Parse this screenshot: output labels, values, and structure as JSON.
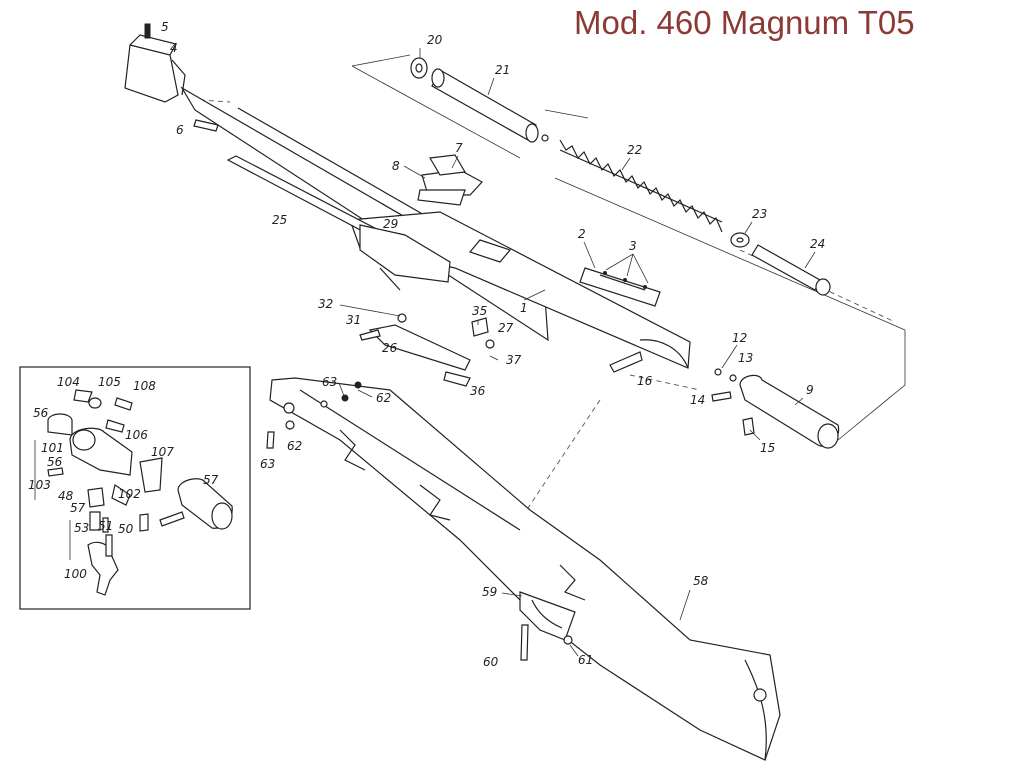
{
  "title": "Mod. 460 Magnum T05",
  "callouts": [
    {
      "id": "c5",
      "label": "5"
    },
    {
      "id": "c4",
      "label": "4"
    },
    {
      "id": "c6",
      "label": "6"
    },
    {
      "id": "c20",
      "label": "20"
    },
    {
      "id": "c21",
      "label": "21"
    },
    {
      "id": "c22",
      "label": "22"
    },
    {
      "id": "c23",
      "label": "23"
    },
    {
      "id": "c24",
      "label": "24"
    },
    {
      "id": "c7",
      "label": "7"
    },
    {
      "id": "c8",
      "label": "8"
    },
    {
      "id": "c25",
      "label": "25"
    },
    {
      "id": "c29",
      "label": "29"
    },
    {
      "id": "c2",
      "label": "2"
    },
    {
      "id": "c3",
      "label": "3"
    },
    {
      "id": "c1",
      "label": "1"
    },
    {
      "id": "c32",
      "label": "32"
    },
    {
      "id": "c31",
      "label": "31"
    },
    {
      "id": "c26",
      "label": "26"
    },
    {
      "id": "c35",
      "label": "35"
    },
    {
      "id": "c27",
      "label": "27"
    },
    {
      "id": "c37",
      "label": "37"
    },
    {
      "id": "c36",
      "label": "36"
    },
    {
      "id": "c16",
      "label": "16"
    },
    {
      "id": "c12",
      "label": "12"
    },
    {
      "id": "c13",
      "label": "13"
    },
    {
      "id": "c14",
      "label": "14"
    },
    {
      "id": "c9",
      "label": "9"
    },
    {
      "id": "c15",
      "label": "15"
    },
    {
      "id": "c63a",
      "label": "63"
    },
    {
      "id": "c62a",
      "label": "62"
    },
    {
      "id": "c63b",
      "label": "63"
    },
    {
      "id": "c62b",
      "label": "62"
    },
    {
      "id": "c59",
      "label": "59"
    },
    {
      "id": "c58",
      "label": "58"
    },
    {
      "id": "c60",
      "label": "60"
    },
    {
      "id": "c61",
      "label": "61"
    },
    {
      "id": "c104",
      "label": "104"
    },
    {
      "id": "c105",
      "label": "105"
    },
    {
      "id": "c108",
      "label": "108"
    },
    {
      "id": "c56a",
      "label": "56"
    },
    {
      "id": "c106",
      "label": "106"
    },
    {
      "id": "c101",
      "label": "101"
    },
    {
      "id": "c56b",
      "label": "56"
    },
    {
      "id": "c107",
      "label": "107"
    },
    {
      "id": "c103",
      "label": "103"
    },
    {
      "id": "c48",
      "label": "48"
    },
    {
      "id": "c57a",
      "label": "57"
    },
    {
      "id": "c102",
      "label": "102"
    },
    {
      "id": "c57b",
      "label": "57"
    },
    {
      "id": "c53",
      "label": "53"
    },
    {
      "id": "c51",
      "label": "51"
    },
    {
      "id": "c50",
      "label": "50"
    },
    {
      "id": "c100",
      "label": "100"
    }
  ]
}
